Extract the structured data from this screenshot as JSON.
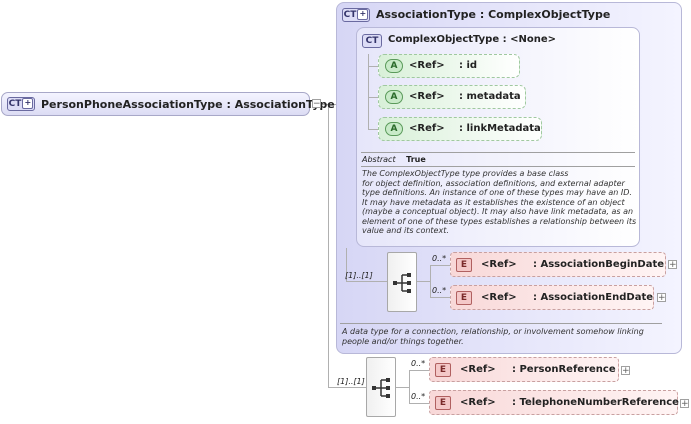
{
  "main_type": {
    "badge": "CT",
    "name": "PersonPhoneAssociationType",
    "base": ": AssociationType",
    "expander": "−"
  },
  "association_type": {
    "badge": "CT",
    "name": "AssociationType",
    "base": ": ComplexObjectType"
  },
  "complex_object_type": {
    "badge": "CT",
    "name": "ComplexObjectType",
    "base": ": <None>",
    "attributes": [
      {
        "badge": "A",
        "ref": "<Ref>",
        "name": ": id"
      },
      {
        "badge": "A",
        "ref": "<Ref>",
        "name": ": metadata"
      },
      {
        "badge": "A",
        "ref": "<Ref>",
        "name": ": linkMetadata"
      }
    ],
    "abstract_label": "Abstract",
    "abstract_value": "True",
    "documentation": "The ComplexObjectType type provides a base class\nfor object definition, association definitions, and external adapter\ntype definitions. An instance of one of these types may have an ID.\nIt may have metadata as it establishes the existence of an object\n(maybe a conceptual object). It may also have link metadata, as an\nelement of one of these types establishes a relationship between its\nvalue and its context."
  },
  "association_sequence": {
    "multiplicity": "[1]..[1]",
    "elements": [
      {
        "badge": "E",
        "ref": "<Ref>",
        "name": ": AssociationBeginDate",
        "occurs": "0..*",
        "expander": "+"
      },
      {
        "badge": "E",
        "ref": "<Ref>",
        "name": ": AssociationEndDate",
        "occurs": "0..*",
        "expander": "+"
      }
    ],
    "documentation": "A data type for a connection, relationship, or involvement somehow linking\npeople and/or things together."
  },
  "person_phone_sequence": {
    "multiplicity": "[1]..[1]",
    "elements": [
      {
        "badge": "E",
        "ref": "<Ref>",
        "name": ": PersonReference",
        "occurs": "0..*",
        "expander": "+"
      },
      {
        "badge": "E",
        "ref": "<Ref>",
        "name": ": TelephoneNumberReference",
        "occurs": "0..*",
        "expander": "+"
      }
    ]
  },
  "colors": {
    "ct_fill": "#dcdcf4",
    "attr_fill": "#d8f0d8",
    "elem_fill": "#f8d8d8",
    "connector": "#b0b0b0"
  },
  "icons": {
    "sequence": "sequence-compositor-icon",
    "expander": "expand-collapse-icon"
  }
}
